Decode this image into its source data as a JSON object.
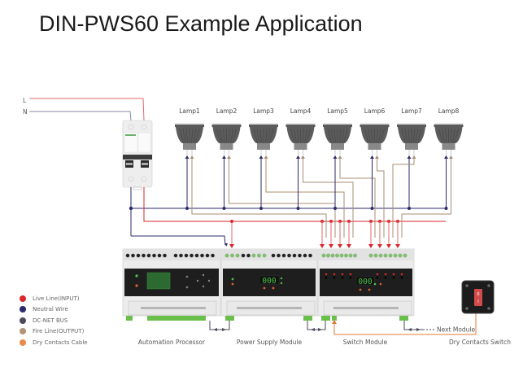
{
  "title": "DIN-PWS60 Example Application",
  "mains": {
    "live_label": "L",
    "neutral_label": "N"
  },
  "lamps": [
    {
      "label": "Lamp1"
    },
    {
      "label": "Lamp2"
    },
    {
      "label": "Lamp3"
    },
    {
      "label": "Lamp4"
    },
    {
      "label": "Lamp5"
    },
    {
      "label": "Lamp6"
    },
    {
      "label": "Lamp7"
    },
    {
      "label": "Lamp8"
    }
  ],
  "modules": {
    "automation_processor": "Automation Processor",
    "power_supply": "Power Supply Module",
    "switch_module": "Switch Module",
    "dry_contacts_switch": "Dry Contacts Switch",
    "next_module": "Next Module",
    "power_display": "000",
    "switch_display": "000",
    "switch_rocker_top": "0",
    "switch_rocker_bottom": "I"
  },
  "legend": [
    {
      "label": "Live Line(INPUT)",
      "color": "#d9262c"
    },
    {
      "label": "Neutral Wire",
      "color": "#2b2a6b"
    },
    {
      "label": "DC-NET BUS",
      "color": "#4a4a5c"
    },
    {
      "label": "Fire Line(OUTPUT)",
      "color": "#b09478"
    },
    {
      "label": "Dry Contacts Cable",
      "color": "#ea8a4a"
    }
  ],
  "colors": {
    "live": "#d9262c",
    "neutral": "#2b2a6b",
    "bus": "#4a4a5c",
    "fire": "#a88d72",
    "dry": "#e07a36",
    "module_face": "#1e1e1e",
    "display_green": "#4cc34a"
  }
}
